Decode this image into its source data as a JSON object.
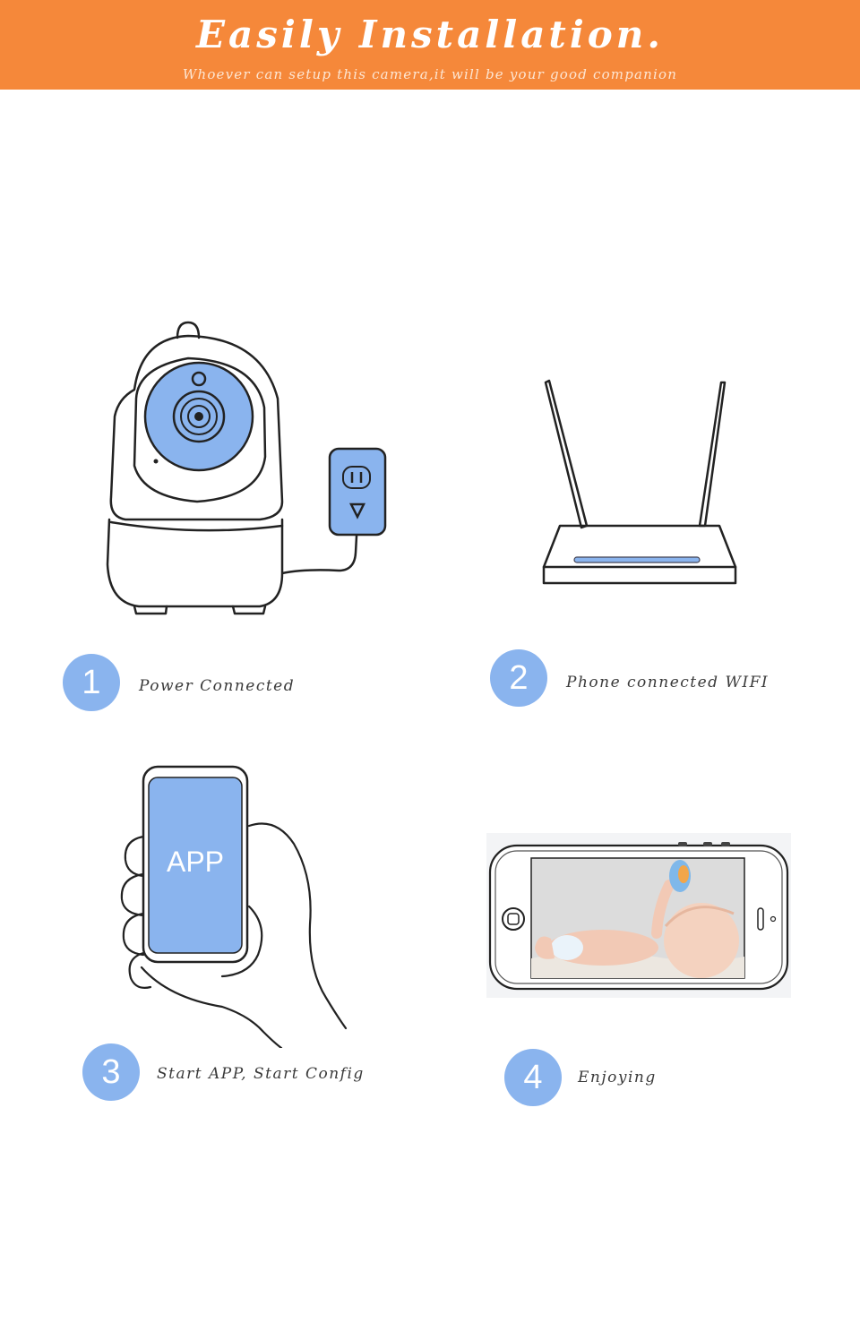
{
  "header": {
    "title": "Easily Installation.",
    "subtitle": "Whoever can setup this camera,it will be your good companion"
  },
  "steps": [
    {
      "number": "1",
      "label": "Power Connected",
      "icon": "camera-plug-icon"
    },
    {
      "number": "2",
      "label": "Phone connected WIFI",
      "icon": "router-icon"
    },
    {
      "number": "3",
      "label": "Start APP, Start Config",
      "icon": "phone-hand-icon"
    },
    {
      "number": "4",
      "label": "Enjoying",
      "icon": "phone-baby-video-icon"
    }
  ],
  "phone_screen": {
    "text": "APP"
  },
  "colors": {
    "banner": "#f5883a",
    "accent_blue": "#8ab4ee",
    "badge_blue": "#8ab4ee",
    "text": "#3a3a3a"
  }
}
